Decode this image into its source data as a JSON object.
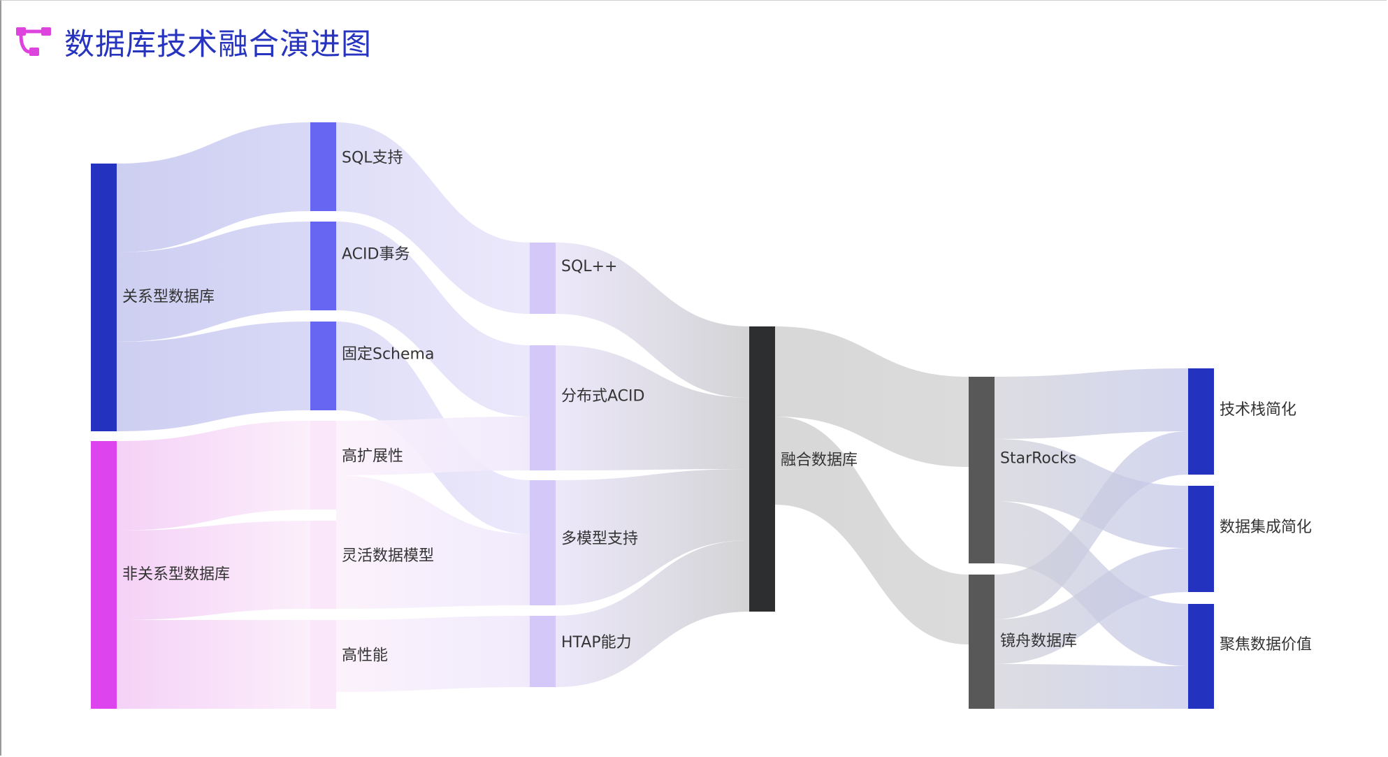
{
  "header": {
    "title": "数据库技术融合演进图",
    "icon": "diagram-icon"
  },
  "colors": {
    "title": "#2734c0",
    "icon": "#dd44dd",
    "relational": "#2333c0",
    "nonrelational": "#dd44ee",
    "features_rel": "#6666f2",
    "features_nonrel": "#fae8fa",
    "concepts": "#d4c8f8",
    "fusion": "#2d2e30",
    "products": "#585858",
    "values": "#2333c0"
  },
  "nodes": [
    {
      "id": "rel",
      "label": "关系型数据库"
    },
    {
      "id": "nonrel",
      "label": "非关系型数据库"
    },
    {
      "id": "sql",
      "label": "SQL支持"
    },
    {
      "id": "acid",
      "label": "ACID事务"
    },
    {
      "id": "schema",
      "label": "固定Schema"
    },
    {
      "id": "scal",
      "label": "高扩展性"
    },
    {
      "id": "flex",
      "label": "灵活数据模型"
    },
    {
      "id": "perf",
      "label": "高性能"
    },
    {
      "id": "sqlpp",
      "label": "SQL++"
    },
    {
      "id": "dacid",
      "label": "分布式ACID"
    },
    {
      "id": "multi",
      "label": "多模型支持"
    },
    {
      "id": "htap",
      "label": "HTAP能力"
    },
    {
      "id": "fusion",
      "label": "融合数据库"
    },
    {
      "id": "starrocks",
      "label": "StarRocks"
    },
    {
      "id": "jingzhou",
      "label": "镜舟数据库"
    },
    {
      "id": "stack",
      "label": "技术栈简化"
    },
    {
      "id": "integ",
      "label": "数据集成简化"
    },
    {
      "id": "value",
      "label": "聚焦数据价值"
    }
  ],
  "links": [
    {
      "source": "rel",
      "target": "sql",
      "value": 1
    },
    {
      "source": "rel",
      "target": "acid",
      "value": 1
    },
    {
      "source": "rel",
      "target": "schema",
      "value": 1
    },
    {
      "source": "nonrel",
      "target": "scal",
      "value": 1
    },
    {
      "source": "nonrel",
      "target": "flex",
      "value": 1
    },
    {
      "source": "nonrel",
      "target": "perf",
      "value": 1
    },
    {
      "source": "sql",
      "target": "sqlpp",
      "value": 1
    },
    {
      "source": "acid",
      "target": "dacid",
      "value": 1
    },
    {
      "source": "schema",
      "target": "multi",
      "value": 1
    },
    {
      "source": "scal",
      "target": "dacid",
      "value": 1
    },
    {
      "source": "flex",
      "target": "multi",
      "value": 1
    },
    {
      "source": "perf",
      "target": "htap",
      "value": 1
    },
    {
      "source": "sqlpp",
      "target": "fusion",
      "value": 1
    },
    {
      "source": "dacid",
      "target": "fusion",
      "value": 1
    },
    {
      "source": "multi",
      "target": "fusion",
      "value": 1
    },
    {
      "source": "htap",
      "target": "fusion",
      "value": 1
    },
    {
      "source": "fusion",
      "target": "starrocks",
      "value": 2
    },
    {
      "source": "fusion",
      "target": "jingzhou",
      "value": 2
    },
    {
      "source": "starrocks",
      "target": "stack",
      "value": 1
    },
    {
      "source": "starrocks",
      "target": "integ",
      "value": 1
    },
    {
      "source": "starrocks",
      "target": "value",
      "value": 1
    },
    {
      "source": "jingzhou",
      "target": "stack",
      "value": 1
    },
    {
      "source": "jingzhou",
      "target": "integ",
      "value": 1
    },
    {
      "source": "jingzhou",
      "target": "value",
      "value": 1
    }
  ]
}
